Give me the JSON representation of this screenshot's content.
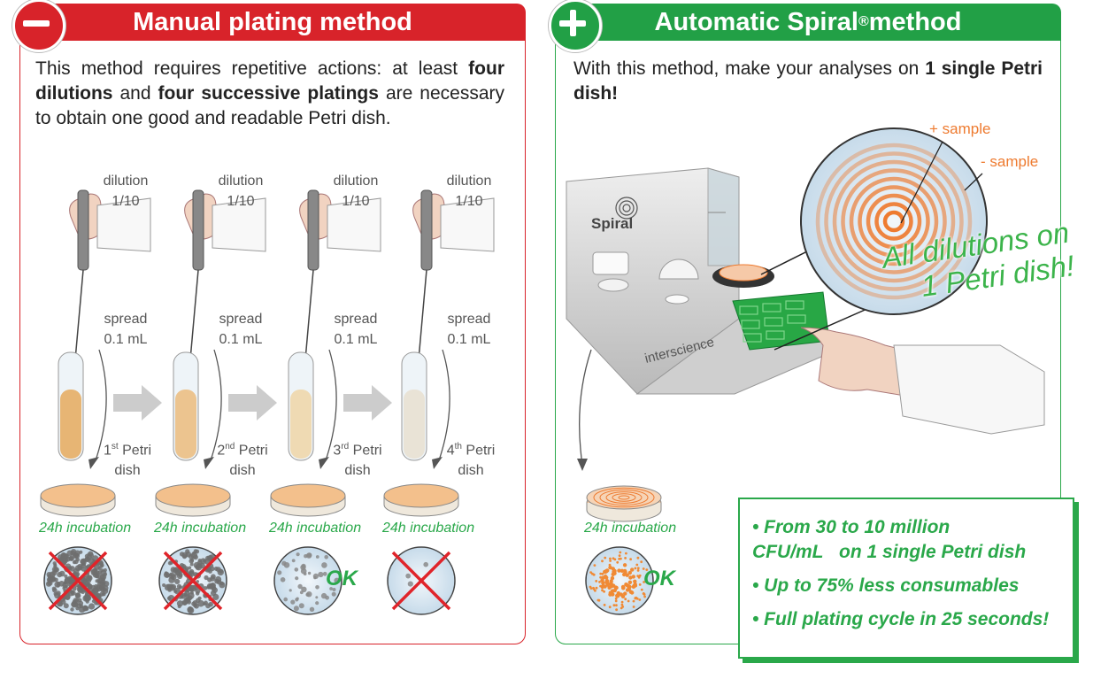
{
  "left": {
    "title": "Manual plating method",
    "intro": [
      {
        "text": "This method requires repetitive actions:  at least ",
        "bold": false
      },
      {
        "text": "four dilutions",
        "bold": true
      },
      {
        "text": " and ",
        "bold": false
      },
      {
        "text": "four successive platings",
        "bold": true
      },
      {
        "text": " are necessary to obtain one good and readable Petri dish.",
        "bold": false
      }
    ],
    "steps": [
      {
        "dilution": "dilution",
        "ratio": "1/10",
        "spread": "spread",
        "volume": "0.1 mL",
        "dish_num": "1",
        "dish_sup": "st",
        "dish_word": "Petri",
        "dish_word2": "dish",
        "incubation": "24h incubation",
        "result": "bad",
        "tube_color": "#e7b574"
      },
      {
        "dilution": "dilution",
        "ratio": "1/10",
        "spread": "spread",
        "volume": "0.1 mL",
        "dish_num": "2",
        "dish_sup": "nd",
        "dish_word": "Petri",
        "dish_word2": "dish",
        "incubation": "24h incubation",
        "result": "bad",
        "tube_color": "#ecc48f"
      },
      {
        "dilution": "dilution",
        "ratio": "1/10",
        "spread": "spread",
        "volume": "0.1 mL",
        "dish_num": "3",
        "dish_sup": "rd",
        "dish_word": "Petri",
        "dish_word2": "dish",
        "incubation": "24h incubation",
        "result": "ok",
        "tube_color": "#efdab3"
      },
      {
        "dilution": "dilution",
        "ratio": "1/10",
        "spread": "spread",
        "volume": "0.1 mL",
        "dish_num": "4",
        "dish_sup": "th",
        "dish_word": "Petri",
        "dish_word2": "dish",
        "incubation": "24h incubation",
        "result": "bad",
        "tube_color": "#e9e3d6"
      }
    ],
    "ok_label": "OK"
  },
  "right": {
    "title": "Automatic Spiral",
    "title_reg": "®",
    "title_suffix": " method",
    "intro_normal": "With this method, make your analyses on ",
    "intro_bold": "1 single Petri dish!",
    "plus_sample": "+ sample",
    "minus_sample": "- sample",
    "big_line1": "All dilutions on",
    "big_line2": "1 Petri dish!",
    "brand": "Spiral",
    "maker": "interscience",
    "incubation": "24h incubation",
    "ok_label": "OK",
    "features": [
      "• From 30 to 10 million CFU/mL   on 1 single Petri dish",
      "• Up to 75% less consumables",
      "• Full plating cycle in 25 seconds!"
    ]
  },
  "colors": {
    "red": "#d8232a",
    "green": "#22a046",
    "orange": "#ee7b30"
  }
}
